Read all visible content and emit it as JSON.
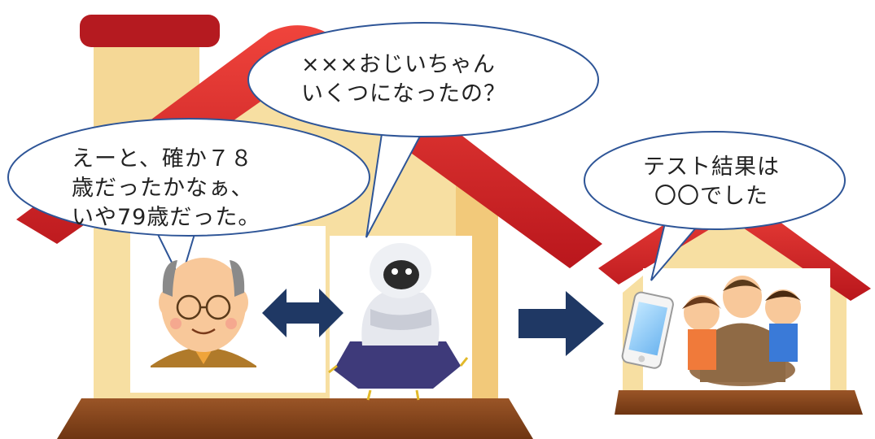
{
  "bubbles": {
    "robot": {
      "line1": "×××おじいちゃん",
      "line2": "いくつになったの？"
    },
    "grandpa": {
      "line1": "えーと、確か７８",
      "line2": "歳だったかなぁ、",
      "line3": "いや79歳だった。"
    },
    "result": {
      "line1": "テスト結果は",
      "line2": "〇〇でした"
    }
  },
  "colors": {
    "roof_red": "#d7252b",
    "wall_cream": "#f7dfa2",
    "wall_shadow": "#f2c97a",
    "chimney": "#f5d896",
    "floor_brown": "#8b4a1f",
    "arrow_navy": "#1f3864",
    "bubble_stroke": "#2e5597"
  },
  "icons": [
    "grandfather-icon",
    "robot-icon",
    "smartphone-icon",
    "family-icon",
    "double-arrow-icon",
    "right-arrow-icon"
  ]
}
